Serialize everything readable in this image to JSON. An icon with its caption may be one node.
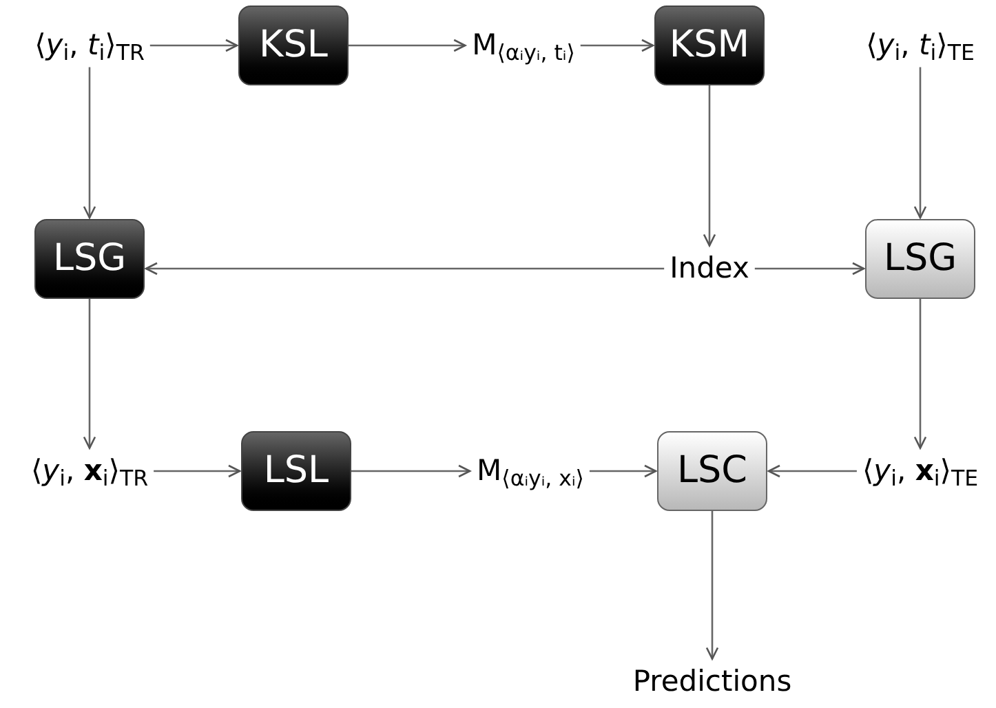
{
  "diagram": {
    "nodes": [
      {
        "text": [
          "⟨*y*$_{i}$, *t*$_{i}$⟩$_{TR}$"
        ]
      },
      {
        "text": [
          "KSL"
        ]
      },
      {
        "text": [
          "M$_{⟨αᵢyᵢ, tᵢ⟩}$"
        ]
      },
      {
        "text": [
          "KSM"
        ]
      },
      {
        "text": [
          "⟨*y*$_{i}$, *t*$_{i}$⟩$_{TE}$"
        ]
      },
      {
        "text": [
          "LSG"
        ]
      },
      {
        "text": [
          "Index"
        ]
      },
      {
        "text": [
          "LSG"
        ]
      },
      {
        "text": [
          "⟨*y*$_{i}$, **x**$_{i}$⟩$_{TR}$"
        ]
      },
      {
        "text": [
          "LSL"
        ]
      },
      {
        "text": [
          "M$_{⟨αᵢyᵢ, xᵢ⟩}$"
        ]
      },
      {
        "text": [
          "LSC"
        ]
      },
      {
        "text": [
          "⟨*y*$_{i}$, **x**$_{i}$⟩$_{TE}$"
        ]
      },
      {
        "text": [
          "Predictions"
        ]
      }
    ],
    "edges": [
      {
        "from": 0,
        "to": 1,
        "arrow": "to"
      },
      {
        "from": 1,
        "to": 2,
        "arrow": "to"
      },
      {
        "from": 2,
        "to": 3,
        "arrow": "to"
      },
      {
        "from": 0,
        "to": 5,
        "arrow": "to"
      },
      {
        "from": 3,
        "to": 6,
        "arrow": "to"
      },
      {
        "from": 6,
        "to": 5,
        "arrow": "to"
      },
      {
        "from": 6,
        "to": 7,
        "arrow": "to"
      },
      {
        "from": 4,
        "to": 7,
        "arrow": "to"
      },
      {
        "from": 5,
        "to": 8,
        "arrow": "to"
      },
      {
        "from": 7,
        "to": 12,
        "arrow": "to"
      },
      {
        "from": 8,
        "to": 9,
        "arrow": "to"
      },
      {
        "from": 9,
        "to": 10,
        "arrow": "to"
      },
      {
        "from": 10,
        "to": 11,
        "arrow": "to"
      },
      {
        "from": 12,
        "to": 11,
        "arrow": "to"
      },
      {
        "from": 11,
        "to": 13,
        "arrow": "to"
      }
    ]
  }
}
